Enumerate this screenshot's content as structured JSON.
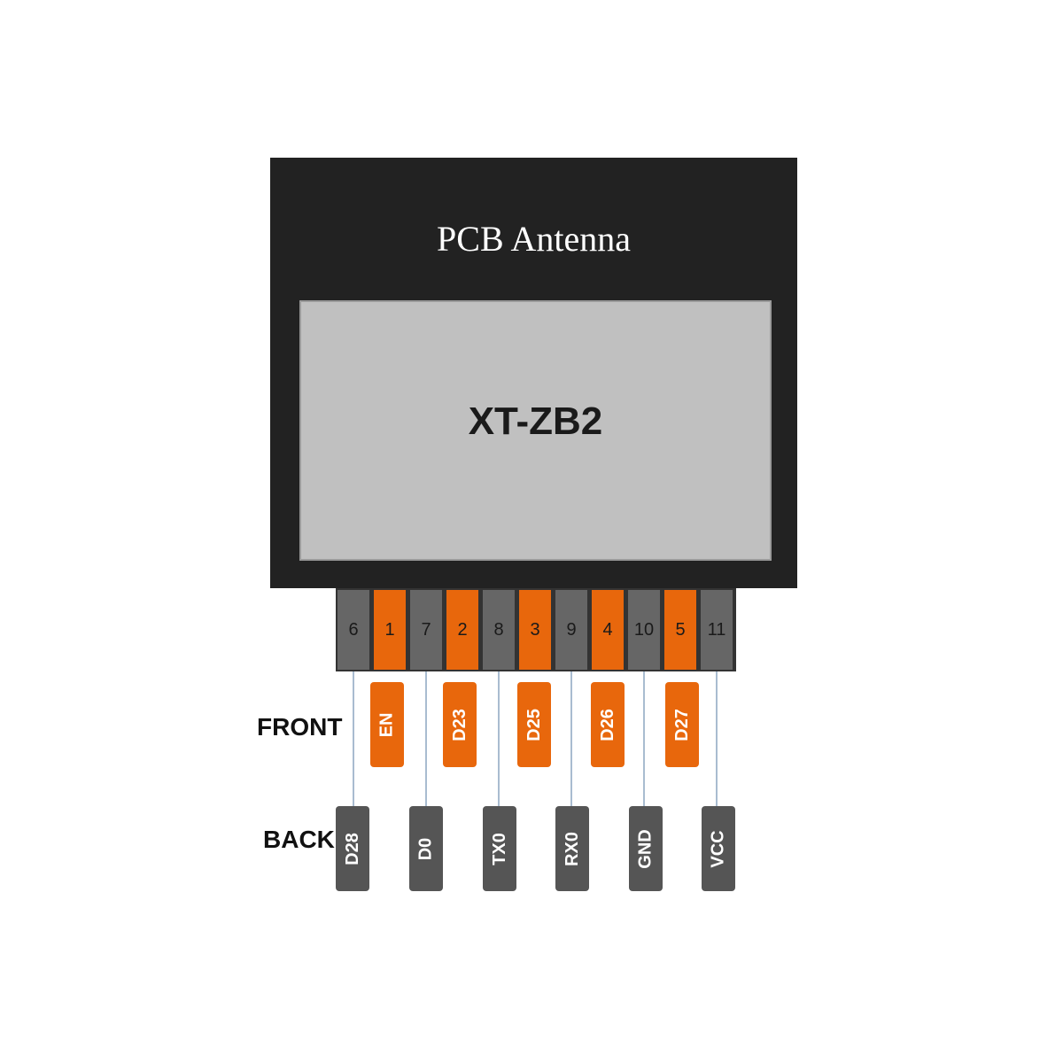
{
  "module": {
    "antenna_label": "PCB Antenna",
    "model": "XT-ZB2"
  },
  "pins": [
    {
      "number": "6",
      "side": "back"
    },
    {
      "number": "1",
      "side": "front"
    },
    {
      "number": "7",
      "side": "back"
    },
    {
      "number": "2",
      "side": "front"
    },
    {
      "number": "8",
      "side": "back"
    },
    {
      "number": "3",
      "side": "front"
    },
    {
      "number": "9",
      "side": "back"
    },
    {
      "number": "4",
      "side": "front"
    },
    {
      "number": "10",
      "side": "back"
    },
    {
      "number": "5",
      "side": "front"
    },
    {
      "number": "11",
      "side": "back"
    }
  ],
  "front": {
    "label": "FRONT",
    "signals": [
      "EN",
      "D23",
      "D25",
      "D26",
      "D27"
    ]
  },
  "back": {
    "label": "BACK",
    "signals": [
      "D28",
      "D0",
      "TX0",
      "RX0",
      "GND",
      "VCC"
    ]
  },
  "colors": {
    "module_body": "#222222",
    "shield": "#c0c0c0",
    "front_pin": "#e8670c",
    "back_pin": "#666666",
    "back_tag": "#555555"
  }
}
